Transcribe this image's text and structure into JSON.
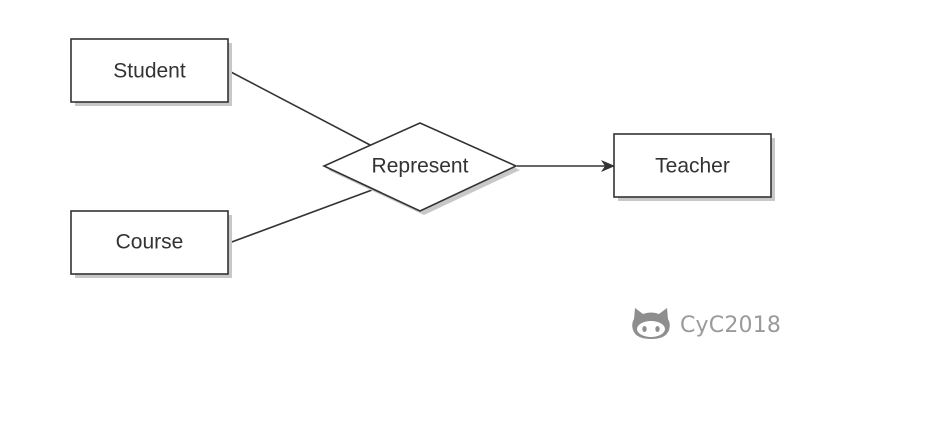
{
  "entities": {
    "student": "Student",
    "course": "Course",
    "teacher": "Teacher"
  },
  "relationship": {
    "label": "Represent"
  },
  "watermark": {
    "text": "CyC2018",
    "icon": "github-octocat-icon"
  },
  "colors": {
    "stroke": "#333333",
    "shadow": "#c8c8c8",
    "text": "#333333",
    "watermark": "#9a9a9a"
  }
}
